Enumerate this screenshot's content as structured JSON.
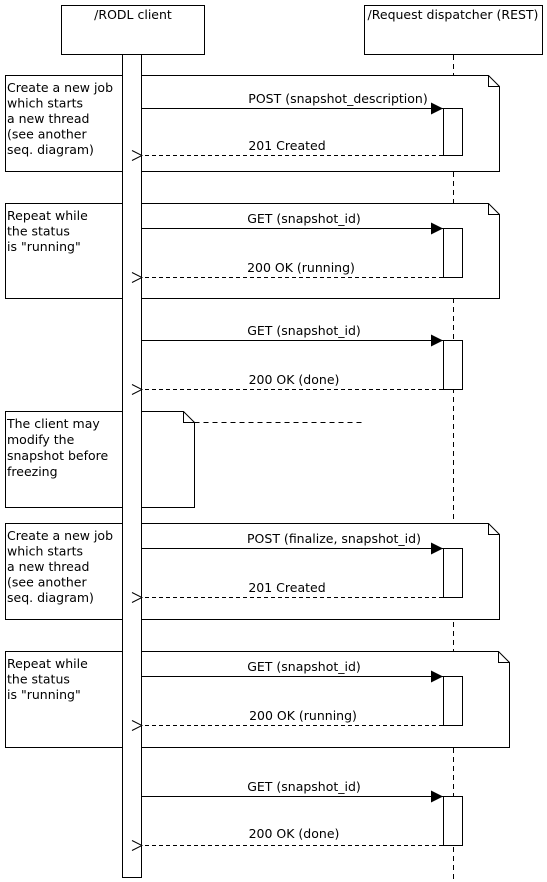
{
  "participants": {
    "client": "/RODL client",
    "dispatcher": "/Request dispatcher (REST)"
  },
  "notes": [
    {
      "lines": [
        "Create a new job",
        "which starts",
        "a new thread",
        "(see another",
        "seq. diagram)"
      ]
    },
    {
      "lines": [
        "Repeat while",
        "the status",
        "is \"running\""
      ]
    },
    {
      "lines": [
        "The client may",
        "modify the",
        "snapshot before",
        "freezing"
      ]
    },
    {
      "lines": [
        "Create a new job",
        "which starts",
        "a new thread",
        "(see another",
        "seq. diagram)"
      ]
    },
    {
      "lines": [
        "Repeat while",
        "the status",
        "is \"running\""
      ]
    }
  ],
  "messages": [
    {
      "label": "POST (snapshot_description)",
      "kind": "request"
    },
    {
      "label": "201 Created",
      "kind": "reply"
    },
    {
      "label": "GET (snapshot_id)",
      "kind": "request"
    },
    {
      "label": "200 OK (running)",
      "kind": "reply"
    },
    {
      "label": "GET (snapshot_id)",
      "kind": "request"
    },
    {
      "label": "200 OK (done)",
      "kind": "reply"
    },
    {
      "label": "POST (finalize, snapshot_id)",
      "kind": "request"
    },
    {
      "label": "201 Created",
      "kind": "reply"
    },
    {
      "label": "GET (snapshot_id)",
      "kind": "request"
    },
    {
      "label": "200 OK (running)",
      "kind": "reply"
    },
    {
      "label": "GET (snapshot_id)",
      "kind": "request"
    },
    {
      "label": "200 OK (done)",
      "kind": "reply"
    }
  ]
}
